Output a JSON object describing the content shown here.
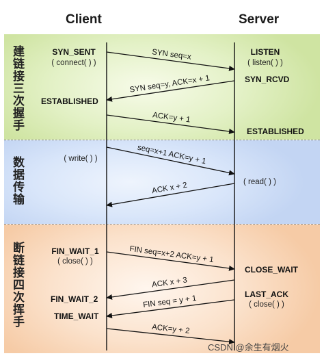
{
  "header": {
    "client": "Client",
    "server": "Server"
  },
  "phases": [
    {
      "id": "connect",
      "label": "建链接三次握手"
    },
    {
      "id": "data",
      "label": "数据传输"
    },
    {
      "id": "close",
      "label": "断链接四次挥手"
    }
  ],
  "client_states": {
    "syn_sent": "SYN_SENT",
    "connect_call": "( connect( ) )",
    "established": "ESTABLISHED",
    "write_call": "( write( ) )",
    "fin_wait_1": "FIN_WAIT_1",
    "close_call": "( close( ) )",
    "fin_wait_2": "FIN_WAIT_2",
    "time_wait": "TIME_WAIT"
  },
  "server_states": {
    "listen": "LISTEN",
    "listen_call": "( listen( ) )",
    "syn_rcvd": "SYN_RCVD",
    "established": "ESTABLISHED",
    "read_call": "( read( ) )",
    "close_wait": "CLOSE_WAIT",
    "last_ack": "LAST_ACK",
    "close_call": "( close( ) )"
  },
  "messages": [
    {
      "label": "SYN seq=x",
      "direction": "client-to-server"
    },
    {
      "label": "SYN seq=y, ACK=x + 1",
      "direction": "server-to-client"
    },
    {
      "label": "ACK=y + 1",
      "direction": "client-to-server"
    },
    {
      "label": "seq=x+1 ACK=y + 1",
      "direction": "client-to-server"
    },
    {
      "label": "ACK x + 2",
      "direction": "server-to-client"
    },
    {
      "label": "FIN seq=x+2 ACK=y + 1",
      "direction": "client-to-server"
    },
    {
      "label": "ACK x + 3",
      "direction": "server-to-client"
    },
    {
      "label": "FIN seq = y + 1",
      "direction": "server-to-client"
    },
    {
      "label": "ACK=y + 2",
      "direction": "client-to-server"
    }
  ],
  "watermark": "CSDN @余生有烟火"
}
